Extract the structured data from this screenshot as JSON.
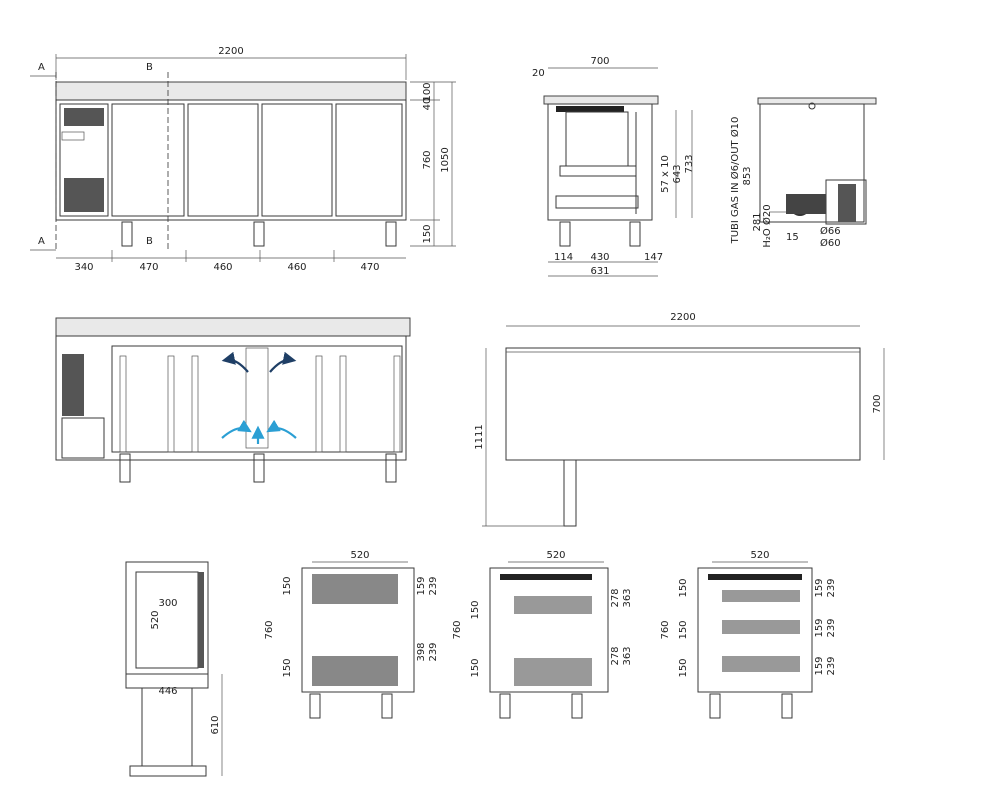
{
  "dimensions": {
    "front": {
      "total_width": "2200",
      "seg1": "340",
      "seg2": "470",
      "seg3": "460",
      "seg4": "460",
      "seg5": "470",
      "top": "100",
      "top_thick": "40",
      "body_h": "760",
      "total_h": "1050",
      "leg_h": "150",
      "sect_a": "A",
      "sect_b": "B"
    },
    "side": {
      "width": "700",
      "overhang": "20",
      "h733": "733",
      "h643": "643",
      "slot": "57 x 10",
      "b114": "114",
      "b430": "430",
      "b147": "147",
      "b631": "631"
    },
    "back": {
      "gas": "TUBI GAS IN Ø6/OUT Ø10",
      "h853": "853",
      "h281": "281",
      "h2o": "H₂O Ø20",
      "s15": "15",
      "d66": "Ø66",
      "d60": "Ø60"
    },
    "top_view": {
      "width": "2200",
      "depth": "700",
      "total": "1111"
    },
    "section_view": {
      "w446": "446",
      "w300": "300",
      "h520": "520",
      "h610": "610"
    },
    "detail1": {
      "w520": "520",
      "h760": "760",
      "h150a": "150",
      "h150b": "150",
      "h159": "159",
      "h239": "239",
      "h398": "398",
      "h239b": "239"
    },
    "detail2": {
      "w520": "520",
      "h760": "760",
      "h150a": "150",
      "h150b": "150",
      "h278a": "278",
      "h363a": "363",
      "h278b": "278",
      "h363b": "363"
    },
    "detail3": {
      "w520": "520",
      "h760": "760",
      "h150a": "150",
      "h150b": "150",
      "h150c": "150",
      "h159a": "159",
      "h239a": "239",
      "h159b": "159",
      "h239b": "239",
      "h159c": "159",
      "h239c": "239"
    }
  },
  "colors": {
    "airflow_dark": "#1f3f66",
    "airflow_light": "#2b9fd4"
  }
}
